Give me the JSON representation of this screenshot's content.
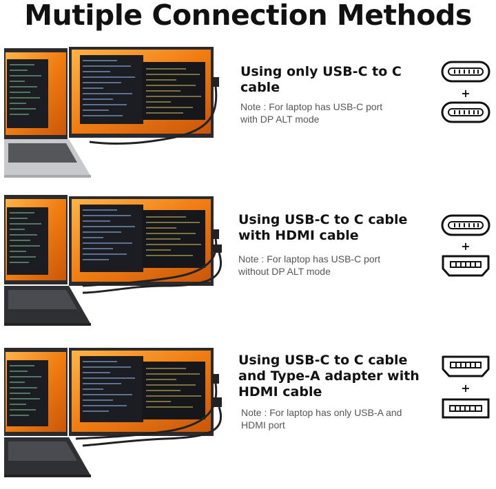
{
  "page_title": "Mutiple Connection Methods",
  "methods": [
    {
      "heading": "Using only USB-C to C\ncable",
      "note": "Note : For laptop has USB-C port\nwith DP ALT mode",
      "connectors": [
        "usb-c-icon",
        "usb-c-icon"
      ],
      "plus": "+"
    },
    {
      "heading": "Using USB-C to C cable\nwith HDMI cable",
      "note": "Note : For laptop has USB-C port\nwithout DP ALT mode",
      "connectors": [
        "usb-c-icon",
        "hdmi-icon"
      ],
      "plus": "+"
    },
    {
      "heading": "Using USB-C to C cable\nand Type-A adapter with\nHDMI cable",
      "note": "Note : For laptop has only USB-A and\nHDMI port",
      "connectors": [
        "hdmi-icon",
        "usb-a-icon"
      ],
      "plus": "+"
    }
  ],
  "colors": {
    "screen_orange": "#f08a1c",
    "screen_dark": "#1b1d22",
    "bezel": "#2a2b2f",
    "laptop_silver": "#c8c9cc",
    "laptop_dark": "#3a3b3f",
    "text": "#111111",
    "note_text": "#555555"
  }
}
